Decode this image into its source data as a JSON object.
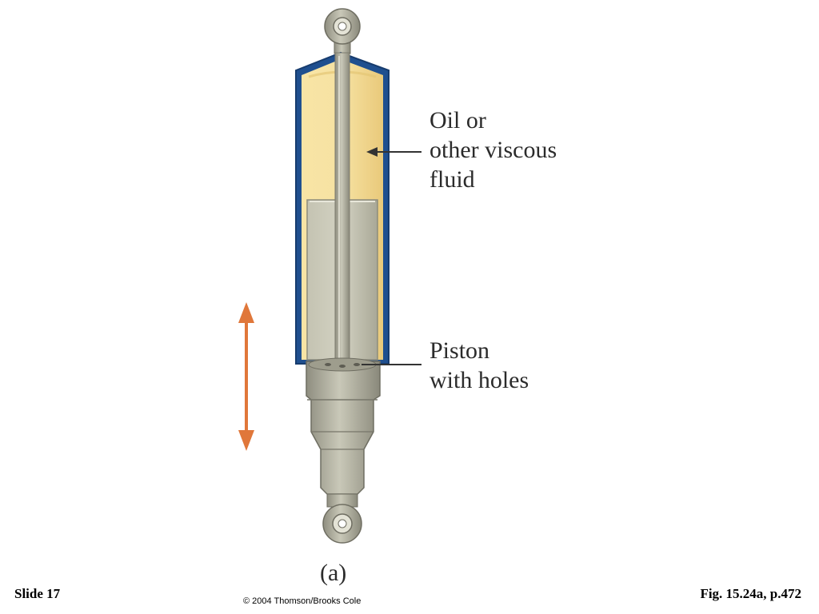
{
  "labels": {
    "fluid": [
      "Oil or",
      "other viscous",
      "fluid"
    ],
    "piston": [
      "Piston",
      "with holes"
    ],
    "panel": "(a)"
  },
  "footer": {
    "slide": "Slide 17",
    "copyright": "© 2004 Thomson/Brooks Cole",
    "figure": "Fig. 15.24a, p.472"
  },
  "colors": {
    "cylinder_outline": "#1f4f8f",
    "fluid": "#f4dd96",
    "metal": "#b4b3a2",
    "metal_dark": "#8e8d7e",
    "motion_arrow": "#e0773a",
    "leader": "#333333"
  }
}
